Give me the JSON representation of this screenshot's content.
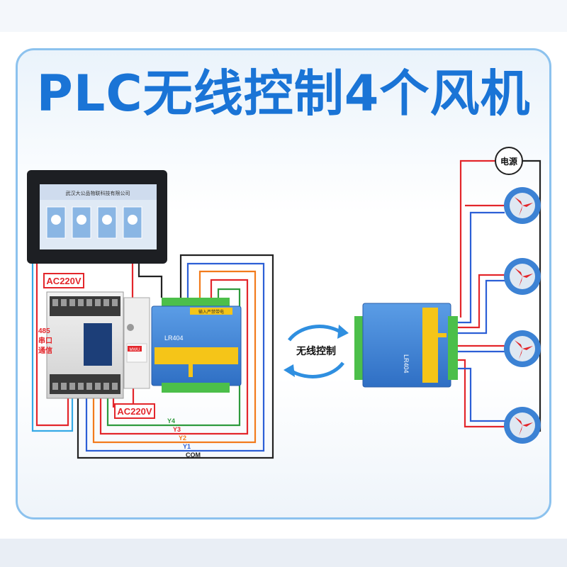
{
  "title": "PLC无线控制4个风机",
  "labels": {
    "ac_top": "AC220V",
    "ac_bottom": "AC220V",
    "rs485_line1": "485",
    "rs485_line2": "串口",
    "rs485_line3": "通信",
    "wireless": "无线控制",
    "power": "电源",
    "y4": "Y4",
    "y3": "Y3",
    "y2": "Y2",
    "y1": "Y1",
    "com": "COM",
    "module_left": "LR404",
    "module_right": "LR404",
    "module_warning": "输入严禁带电",
    "hmi_company": "武汉大公品物联科技有限公司",
    "psu_brand": "MWU"
  },
  "colors": {
    "title": "#1a74d6",
    "red_wire": "#e3262b",
    "blue_wire": "#2c5fd6",
    "green_wire": "#2e9a3d",
    "orange_wire": "#f27b1c",
    "black_wire": "#222222",
    "cyan_wire": "#35a9e6",
    "module_blue": "#3f86d9",
    "terminal_yellow": "#f5c518",
    "terminal_green": "#4cbf4a"
  },
  "icons": [
    "hmi-screen",
    "plc-unit",
    "power-supply",
    "relay-module",
    "fan-icon",
    "wireless-arrows-icon"
  ]
}
